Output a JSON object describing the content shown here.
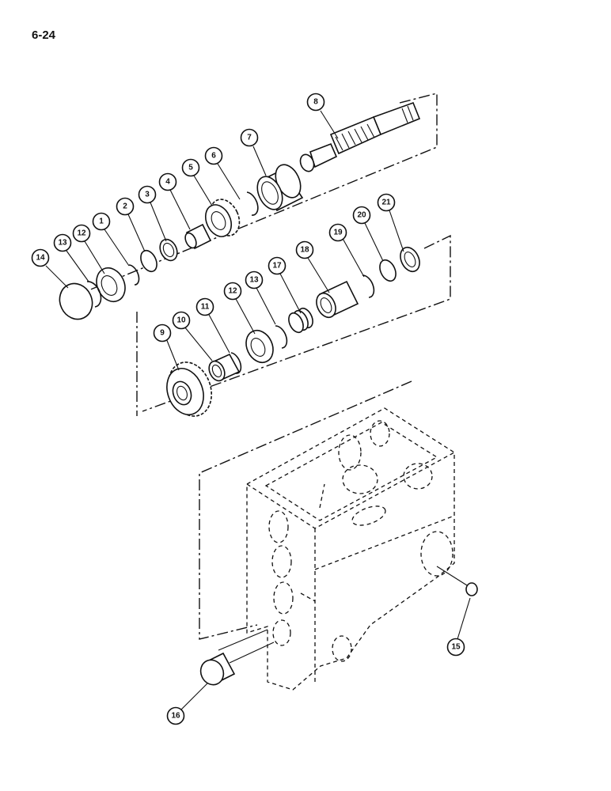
{
  "page_number": "6-24",
  "callouts": {
    "c1": "1",
    "c2": "2",
    "c3": "3",
    "c4": "4",
    "c5": "5",
    "c6": "6",
    "c7": "7",
    "c8": "8",
    "c9": "9",
    "c10": "10",
    "c11": "11",
    "c12a": "12",
    "c12b": "12",
    "c13a": "13",
    "c13b": "13",
    "c14": "14",
    "c15": "15",
    "c16": "16",
    "c17": "17",
    "c18": "18",
    "c19": "19",
    "c20": "20",
    "c21": "21"
  }
}
